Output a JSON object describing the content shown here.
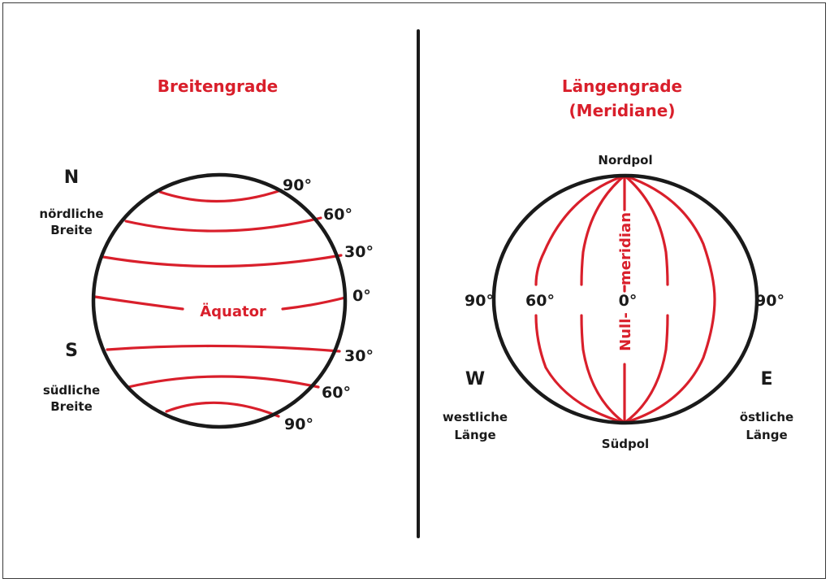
{
  "left": {
    "title": "Breitengrade",
    "north_letter": "N",
    "north_label_line1": "nördliche",
    "north_label_line2": "Breite",
    "south_letter": "S",
    "south_label_line1": "südliche",
    "south_label_line2": "Breite",
    "equator_label": "Äquator",
    "degrees": {
      "n90": "90°",
      "n60": "60°",
      "n30": "30°",
      "eq": "0°",
      "s30": "30°",
      "s60": "60°",
      "s90": "90°"
    }
  },
  "right": {
    "title_line1": "Längengrade",
    "title_line2": "(Meridiane)",
    "north_pole": "Nordpol",
    "south_pole": "Südpol",
    "west_letter": "W",
    "west_label_line1": "westliche",
    "west_label_line2": "Länge",
    "east_letter": "E",
    "east_label_line1": "östliche",
    "east_label_line2": "Länge",
    "prime_meridian_upper": "meridian",
    "prime_meridian_lower": "Null-",
    "degrees": {
      "w90": "90°",
      "w60": "60°",
      "zero": "0°",
      "e90": "90°"
    }
  },
  "colors": {
    "accent_red": "#d91f2b",
    "ink": "#1a1a1a"
  }
}
